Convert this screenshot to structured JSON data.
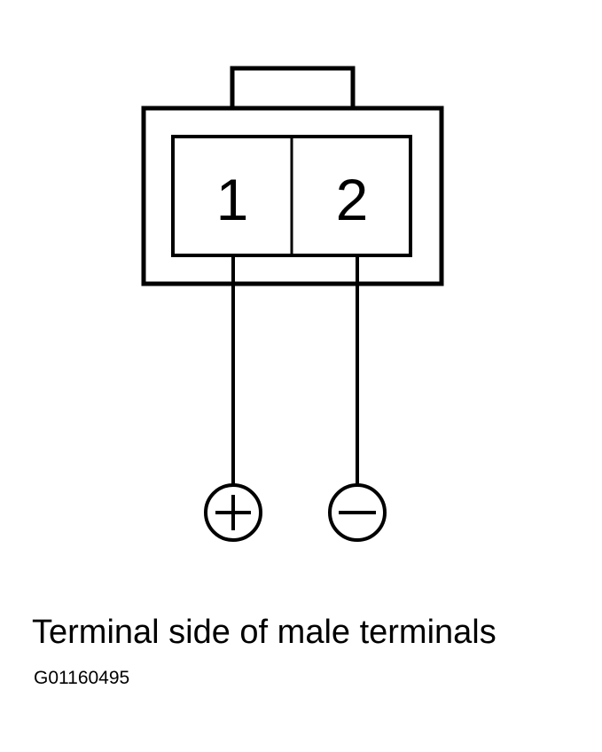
{
  "connector": {
    "terminals": [
      {
        "label": "1",
        "polarity": "positive"
      },
      {
        "label": "2",
        "polarity": "negative"
      }
    ],
    "line_color": "#000000",
    "background_color": "#ffffff"
  },
  "caption": "Terminal side of male terminals",
  "figure_id": "G01160495"
}
